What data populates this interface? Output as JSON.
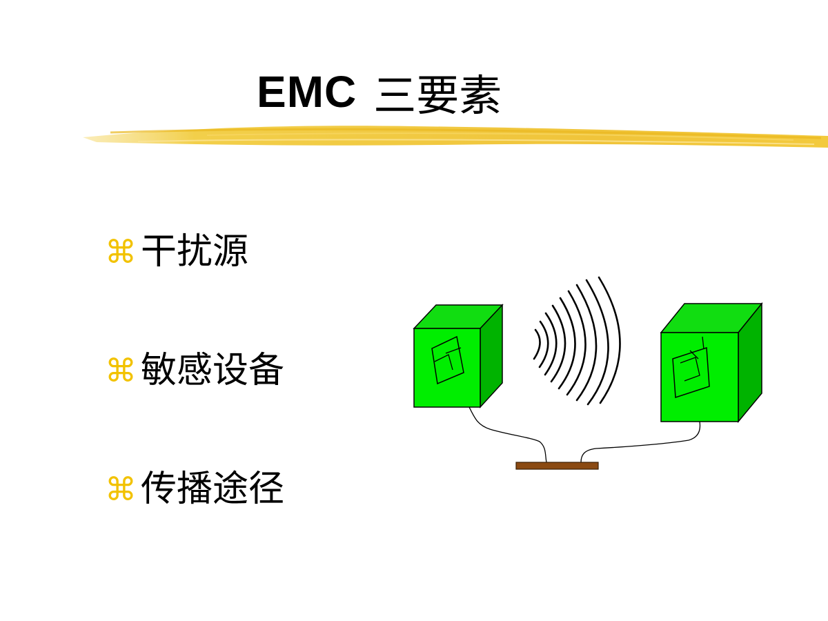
{
  "slide": {
    "title_latin": "EMC",
    "title_cjk": "三要素",
    "bullet_symbol": "⌘",
    "bullets": [
      {
        "label": "干扰源"
      },
      {
        "label": "敏感设备"
      },
      {
        "label": "传播途径"
      }
    ]
  },
  "colors": {
    "title": "#000000",
    "bullet_symbol": "#f2c200",
    "underline": "#f1c232",
    "device_front": "#00ee00",
    "device_side": "#00b300",
    "device_top": "#11dd11",
    "ground_plate": "#8b4a12"
  },
  "icons": {
    "bullet": "command-symbol-icon",
    "source_device": "green-box-device-icon",
    "victim_device": "green-box-device-icon",
    "radiation": "radio-wave-arcs-icon",
    "ground": "ground-plate-icon"
  }
}
